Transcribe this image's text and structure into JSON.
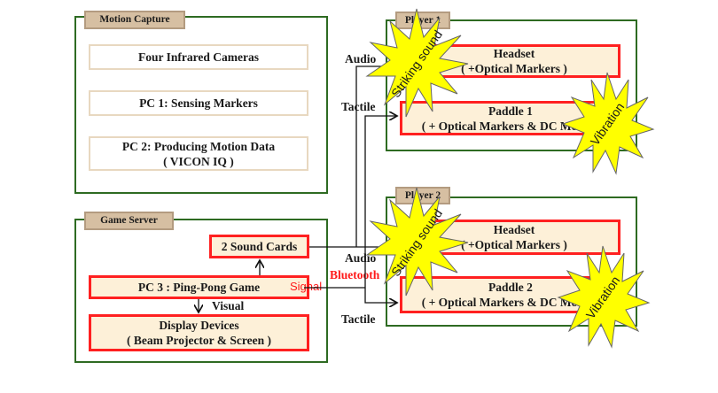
{
  "motion_capture": {
    "title": "Motion Capture",
    "items": [
      {
        "line1": "Four Infrared Cameras",
        "line2": ""
      },
      {
        "line1": "PC 1: Sensing Markers",
        "line2": ""
      },
      {
        "line1": "PC 2: Producing Motion Data",
        "line2": "( VICON IQ )"
      }
    ]
  },
  "game_server": {
    "title": "Game Server",
    "sound_cards": "2 Sound Cards",
    "pc3": "PC 3 : Ping-Pong Game",
    "visual_label": "Visual",
    "display_line1": "Display Devices",
    "display_line2": "( Beam Projector & Screen )"
  },
  "connections": {
    "audio_1": "Audio",
    "tactile_1": "Tactile",
    "audio_2": "Audio",
    "bluetooth": "Bluetooth",
    "signal": "Signal",
    "tactile_2": "Tactile"
  },
  "players": [
    {
      "title": "Player 1",
      "headset_line1": "Headset",
      "headset_line2": "( +Optical Markers )",
      "paddle_line1": "Paddle 1",
      "paddle_line2": "( + Optical Markers & DC Motor )",
      "burst_sound": "Striking sound",
      "burst_vibration": "Vibration"
    },
    {
      "title": "Player 2",
      "headset_line1": "Headset",
      "headset_line2": "( +Optical Markers )",
      "paddle_line1": "Paddle 2",
      "paddle_line2": "( + Optical Markers & DC Motor )",
      "burst_sound": "Striking sound",
      "burst_vibration": "Vibration"
    }
  ],
  "colors": {
    "group_border": "#2e6b22",
    "tag_fill": "#d6bfa2",
    "highlight_border": "#ff2020",
    "box_fill": "#fdf0d8",
    "burst_fill": "#ffff00"
  }
}
